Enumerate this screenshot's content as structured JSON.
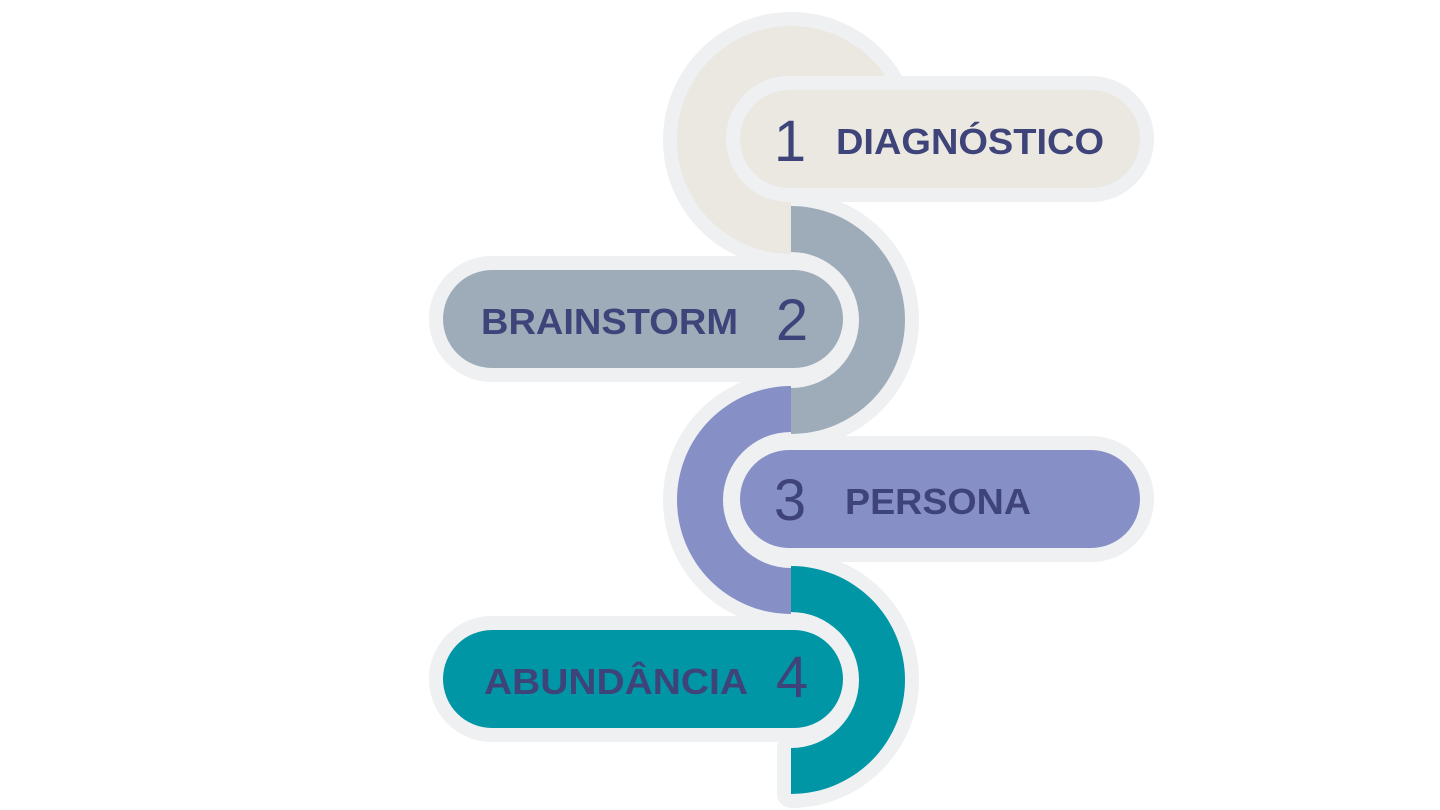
{
  "colors": {
    "border": "#eef0f2",
    "step1": "#ebe8e1",
    "step2": "#9dacb8",
    "step3": "#8690c7",
    "step4": "#0096a6",
    "text": "#3e4479"
  },
  "steps": [
    {
      "number": "1",
      "label": "DIAGNÓSTICO"
    },
    {
      "number": "2",
      "label": "BRAINSTORM"
    },
    {
      "number": "3",
      "label": "PERSONA"
    },
    {
      "number": "4",
      "label": "ABUNDÂNCIA"
    }
  ]
}
